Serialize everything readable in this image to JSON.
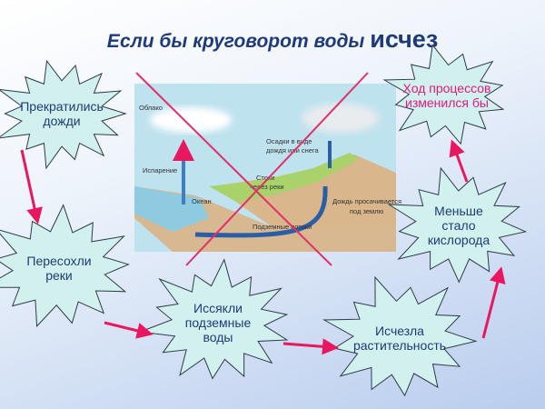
{
  "title": {
    "main": "Если бы круговорот воды",
    "emphasis": "исчез"
  },
  "diagram": {
    "labels": {
      "cloud": "Облако",
      "evaporation": "Испарение",
      "ocean": "Океан",
      "precip1": "Осадки в виде",
      "precip2": "дождя или снега",
      "runoff1": "Стоки",
      "runoff2": "через реки",
      "seep1": "Дождь просачивается",
      "seep2": "под землю",
      "underground": "Подземные потоки"
    }
  },
  "stars": [
    {
      "lines": [
        "Прекратились",
        "дожди"
      ],
      "color": "#1f3a78"
    },
    {
      "lines": [
        "Ход процессов",
        "изменился бы"
      ],
      "color": "#e0197a"
    },
    {
      "lines": [
        "Меньше",
        "стало",
        "кислорода"
      ],
      "color": "#1f3a78"
    },
    {
      "lines": [
        "Пересохли",
        "реки"
      ],
      "color": "#1f3a78"
    },
    {
      "lines": [
        "Иссякли",
        "подземные",
        "воды"
      ],
      "color": "#1f3a78"
    },
    {
      "lines": [
        "Исчезла",
        "растительность"
      ],
      "color": "#1f3a78"
    }
  ],
  "colors": {
    "arrow": "#e8175f",
    "cross": "#e0306a",
    "star_fill": "#d2f0ee"
  }
}
